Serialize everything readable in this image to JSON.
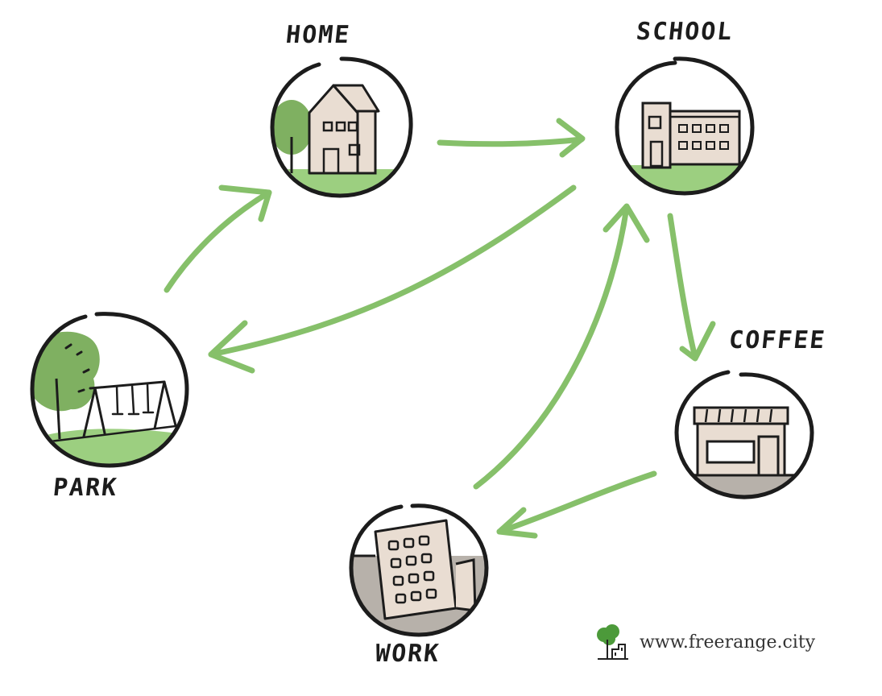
{
  "nodes": {
    "home": {
      "label": "HOME"
    },
    "school": {
      "label": "SCHOOL"
    },
    "coffee": {
      "label": "COFFEE"
    },
    "park": {
      "label": "PARK"
    },
    "work": {
      "label": "WORK"
    }
  },
  "edges": [
    {
      "from": "HOME",
      "to": "SCHOOL"
    },
    {
      "from": "SCHOOL",
      "to": "PARK"
    },
    {
      "from": "PARK",
      "to": "HOME"
    },
    {
      "from": "SCHOOL",
      "to": "COFFEE"
    },
    {
      "from": "COFFEE",
      "to": "WORK"
    },
    {
      "from": "WORK",
      "to": "SCHOOL"
    }
  ],
  "branding": {
    "url": "www.freerange.city"
  },
  "colors": {
    "arrow": "#86c06a",
    "grass": "#9ccf80",
    "tree": "#7fb061",
    "building": "#e9ddd2",
    "ground": "#b7b1aa",
    "ink": "#1c1c1c"
  }
}
